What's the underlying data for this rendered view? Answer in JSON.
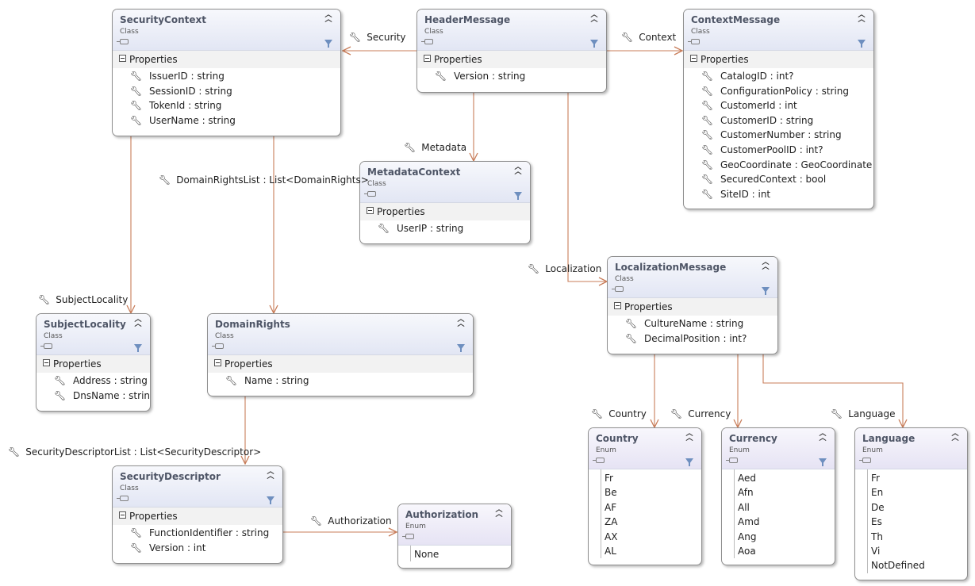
{
  "stereotypes": {
    "class": "Class",
    "enum": "Enum"
  },
  "section_label": "Properties",
  "classes": {
    "security_context": {
      "name": "SecurityContext",
      "props": [
        "IssuerID : string",
        "SessionID : string",
        "TokenId : string",
        "UserName : string"
      ]
    },
    "header_message": {
      "name": "HeaderMessage",
      "props": [
        "Version : string"
      ]
    },
    "context_message": {
      "name": "ContextMessage",
      "props": [
        "CatalogID : int?",
        "ConfigurationPolicy : string",
        "CustomerId : int",
        "CustomerID : string",
        "CustomerNumber : string",
        "CustomerPoolID : int?",
        "GeoCoordinate : GeoCoordinate",
        "SecuredContext : bool",
        "SiteID : int"
      ]
    },
    "metadata_context": {
      "name": "MetadataContext",
      "props": [
        "UserIP : string"
      ]
    },
    "localization_message": {
      "name": "LocalizationMessage",
      "props": [
        "CultureName : string",
        "DecimalPosition : int?"
      ]
    },
    "subject_locality": {
      "name": "SubjectLocality",
      "props": [
        "Address : string",
        "DnsName : string"
      ]
    },
    "domain_rights": {
      "name": "DomainRights",
      "props": [
        "Name : string"
      ]
    },
    "security_descriptor": {
      "name": "SecurityDescriptor",
      "props": [
        "FunctionIdentifier : string",
        "Version : int"
      ]
    }
  },
  "enums": {
    "authorization": {
      "name": "Authorization",
      "values": [
        "None"
      ]
    },
    "country": {
      "name": "Country",
      "values": [
        "Fr",
        "Be",
        "AF",
        "ZA",
        "AX",
        "AL"
      ]
    },
    "currency": {
      "name": "Currency",
      "values": [
        "Aed",
        "Afn",
        "All",
        "Amd",
        "Ang",
        "Aoa"
      ]
    },
    "language": {
      "name": "Language",
      "values": [
        "Fr",
        "En",
        "De",
        "Es",
        "Th",
        "Vi",
        "NotDefined"
      ]
    }
  },
  "associations": {
    "security": "Security",
    "context": "Context",
    "metadata": "Metadata",
    "domain_rights_list": "DomainRightsList : List<DomainRights>",
    "localization": "Localization",
    "subject_locality": "SubjectLocality",
    "country": "Country",
    "currency": "Currency",
    "language": "Language",
    "security_descriptor_list": "SecurityDescriptorList : List<SecurityDescriptor>",
    "authorization": "Authorization"
  },
  "colors": {
    "connector": "#c87d5a",
    "header_class": "#e2e6f4",
    "header_enum": "#e6e3f4",
    "section": "#f2f2f2"
  },
  "icons": {
    "property": "wrench-icon",
    "collapse": "double-chevron-up-icon",
    "filter": "filter-icon",
    "section_toggle": "minus-square-icon"
  }
}
